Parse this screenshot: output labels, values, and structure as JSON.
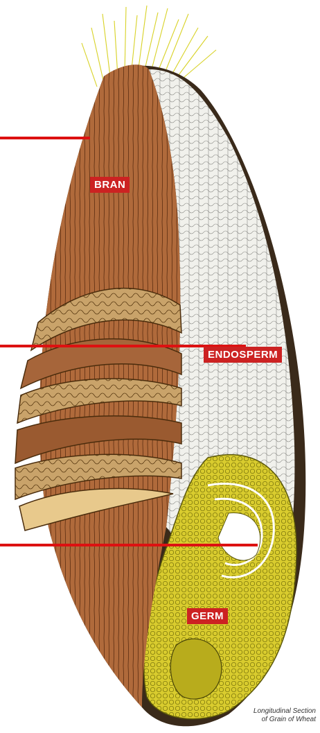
{
  "labels": {
    "bran": "BRAN",
    "endosperm": "ENDOSPERM",
    "germ": "GERM"
  },
  "caption": {
    "line1": "Longitudinal Section",
    "line2": "of Grain of Wheat"
  },
  "colors": {
    "bran": "#b06a3b",
    "bran_dark": "#7a3f1a",
    "husk_layer": "#c9a36a",
    "endosperm": "#f1f1ec",
    "germ": "#d9cc2e",
    "germ_dark": "#8f8a10",
    "hairs": "#d8d226",
    "label_bg": "#cc2222",
    "pointer": "#dd1111"
  }
}
